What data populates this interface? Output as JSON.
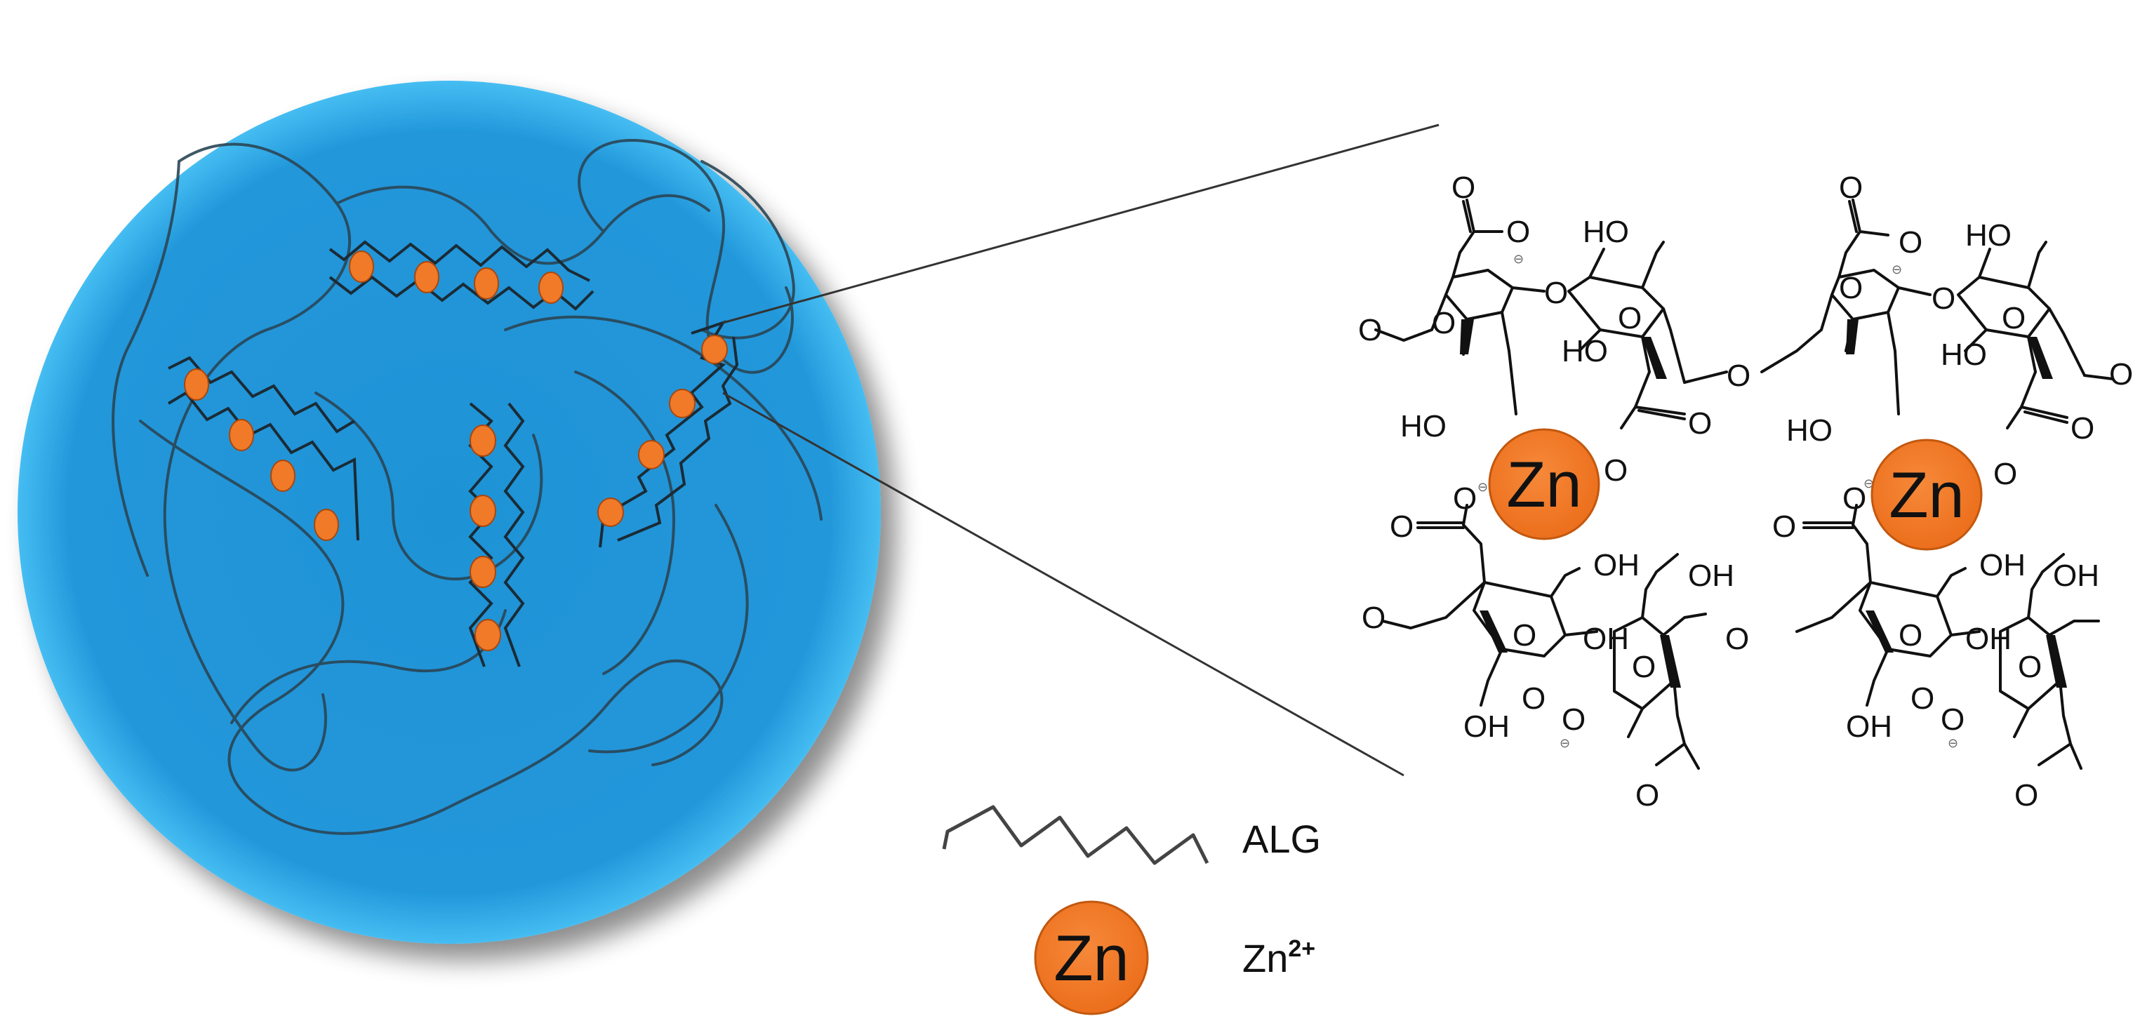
{
  "legend": {
    "alg_label": "ALG",
    "zn_icon_text": "Zn",
    "zn_label_base": "Zn",
    "zn_label_sup": "2+"
  },
  "structure": {
    "zn_ion_text": "Zn",
    "carbonyl_o": "O",
    "ring_o": "O",
    "hydroxyl": "HO",
    "hydroxyl_alt": "OH"
  },
  "colors": {
    "sphere": "#2196d9",
    "sphere_edge": "#3fb6ee",
    "zinc_fill": "#f07a28",
    "zinc_stroke": "#b04a0a",
    "chain": "#1f3b4d"
  }
}
